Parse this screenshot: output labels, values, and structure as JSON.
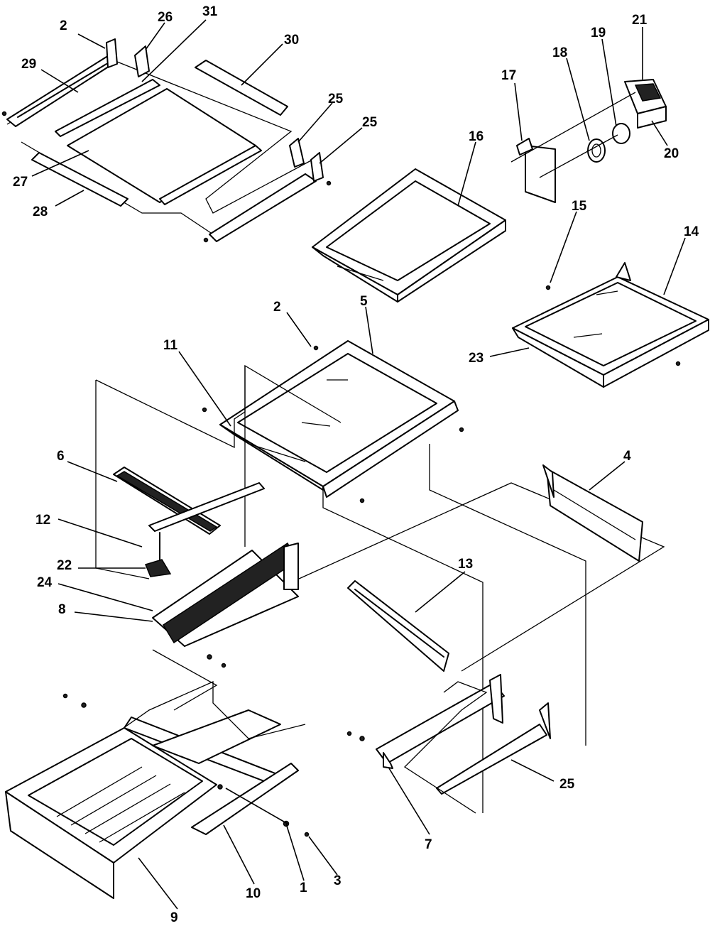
{
  "diagram": {
    "callouts": {
      "c1": "1",
      "c2a": "2",
      "c2b": "2",
      "c3": "3",
      "c4": "4",
      "c5": "5",
      "c6": "6",
      "c7": "7",
      "c8": "8",
      "c9": "9",
      "c10": "10",
      "c11": "11",
      "c12": "12",
      "c13": "13",
      "c14": "14",
      "c15": "15",
      "c16": "16",
      "c17": "17",
      "c18": "18",
      "c19": "19",
      "c20": "20",
      "c21": "21",
      "c22": "22",
      "c23": "23",
      "c24": "24",
      "c25a": "25",
      "c25b": "25",
      "c25c": "25",
      "c26": "26",
      "c27": "27",
      "c28": "28",
      "c29": "29",
      "c30": "30",
      "c31": "31"
    }
  }
}
